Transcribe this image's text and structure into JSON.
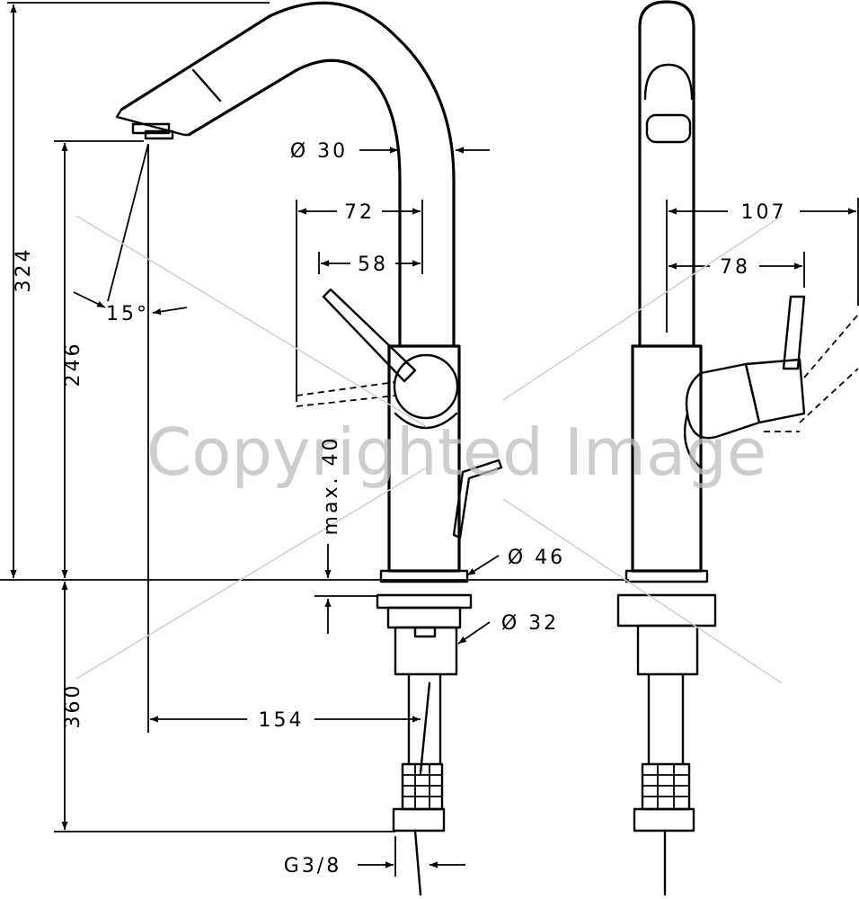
{
  "dimensions": {
    "total_height": "324",
    "spout_height": "246",
    "below_deck": "360",
    "pipe_dia": "Ø 30",
    "handle_w72": "72",
    "handle_w58": "58",
    "angle": "15°",
    "max_thickness": "max. 40",
    "body_dia": "Ø 46",
    "shank_dia": "Ø 32",
    "reach": "154",
    "thread": "G3/8",
    "side_107": "107",
    "side_78": "78"
  },
  "watermark": {
    "text": "Copyrighted Image"
  }
}
